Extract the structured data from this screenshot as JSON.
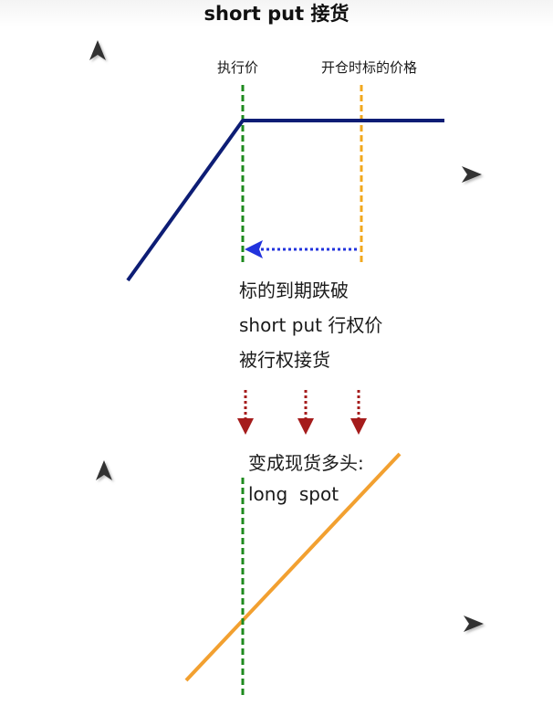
{
  "title": "short put 接货",
  "labels": {
    "strike": "执行价",
    "open_price": "开仓时标的价格",
    "note_line1": "标的到期跌破",
    "note_line2": "short put 行权价",
    "note_line3": "被行权接货",
    "result_line1": "变成现货多头:",
    "result_line2": "long  spot"
  },
  "colors": {
    "axis": "#333333",
    "payoff_short_put": "#0d1d75",
    "strike_line": "#1e8a1e",
    "open_price_line": "#f2a81e",
    "move_arrow": "#2233dd",
    "down_arrows": "#a51c1c",
    "long_spot_line": "#f2a030"
  }
}
